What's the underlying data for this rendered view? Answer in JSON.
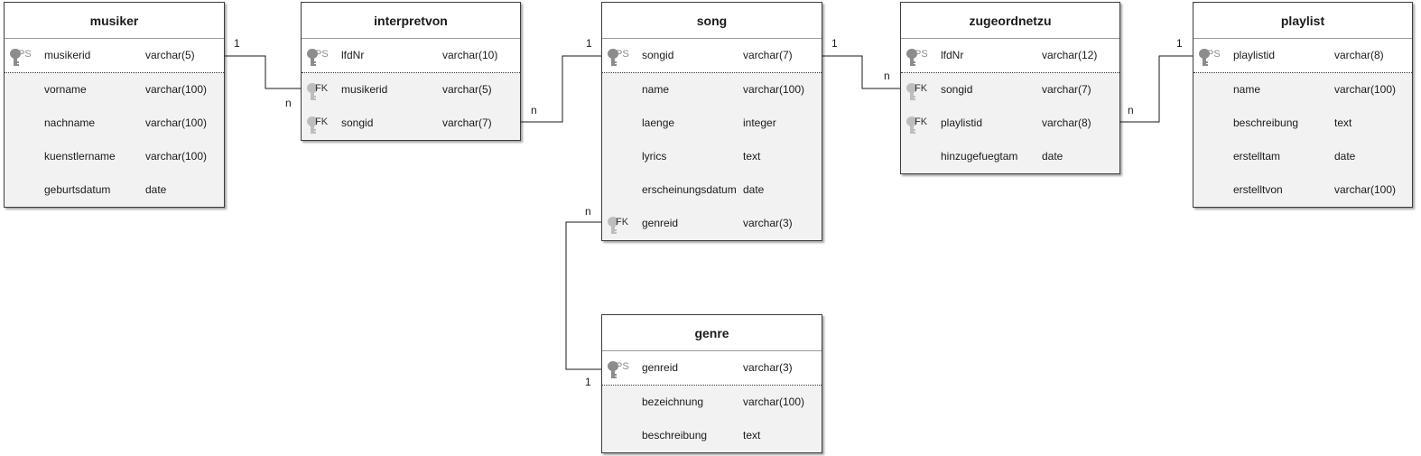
{
  "colors": {
    "pk_icon": "#8c8c8c",
    "fk_icon": "#bdbdbd",
    "line": "#1a1a1a",
    "body_bg": "#f2f2f2"
  },
  "tables": [
    {
      "id": "musiker",
      "name": "musiker",
      "pk": [
        {
          "key": "PS",
          "name": "musikerid",
          "type": "varchar(5)"
        }
      ],
      "rows": [
        {
          "key": "",
          "name": "vorname",
          "type": "varchar(100)"
        },
        {
          "key": "",
          "name": "nachname",
          "type": "varchar(100)"
        },
        {
          "key": "",
          "name": "kuenstlername",
          "type": "varchar(100)"
        },
        {
          "key": "",
          "name": "geburtsdatum",
          "type": "date"
        }
      ]
    },
    {
      "id": "interpretvon",
      "name": "interpretvon",
      "pk": [
        {
          "key": "PS",
          "name": "lfdNr",
          "type": "varchar(10)"
        }
      ],
      "rows": [
        {
          "key": "FK",
          "name": "musikerid",
          "type": "varchar(5)"
        },
        {
          "key": "FK",
          "name": "songid",
          "type": "varchar(7)"
        }
      ]
    },
    {
      "id": "song",
      "name": "song",
      "pk": [
        {
          "key": "PS",
          "name": "songid",
          "type": "varchar(7)"
        }
      ],
      "rows": [
        {
          "key": "",
          "name": "name",
          "type": "varchar(100)"
        },
        {
          "key": "",
          "name": "laenge",
          "type": "integer"
        },
        {
          "key": "",
          "name": "lyrics",
          "type": "text"
        },
        {
          "key": "",
          "name": "erscheinungsdatum",
          "type": "date"
        },
        {
          "key": "FK",
          "name": "genreid",
          "type": "varchar(3)"
        }
      ]
    },
    {
      "id": "zugeordnetzu",
      "name": "zugeordnetzu",
      "pk": [
        {
          "key": "PS",
          "name": "lfdNr",
          "type": "varchar(12)"
        }
      ],
      "rows": [
        {
          "key": "FK",
          "name": "songid",
          "type": "varchar(7)"
        },
        {
          "key": "FK",
          "name": "playlistid",
          "type": "varchar(8)"
        },
        {
          "key": "",
          "name": "hinzugefuegtam",
          "type": "date"
        }
      ]
    },
    {
      "id": "playlist",
      "name": "playlist",
      "pk": [
        {
          "key": "PS",
          "name": "playlistid",
          "type": "varchar(8)"
        }
      ],
      "rows": [
        {
          "key": "",
          "name": "name",
          "type": "varchar(100)"
        },
        {
          "key": "",
          "name": "beschreibung",
          "type": "text"
        },
        {
          "key": "",
          "name": "erstelltam",
          "type": "date"
        },
        {
          "key": "",
          "name": "erstelltvon",
          "type": "varchar(100)"
        }
      ]
    },
    {
      "id": "genre",
      "name": "genre",
      "pk": [
        {
          "key": "PS",
          "name": "genreid",
          "type": "varchar(3)"
        }
      ],
      "rows": [
        {
          "key": "",
          "name": "bezeichnung",
          "type": "varchar(100)"
        },
        {
          "key": "",
          "name": "beschreibung",
          "type": "text"
        }
      ]
    }
  ],
  "relationships": [
    {
      "id": "musiker-interpretvon",
      "from_table": "musiker",
      "from_field": "musikerid",
      "from_card": "1",
      "to_table": "interpretvon",
      "to_field": "musikerid",
      "to_card": "n"
    },
    {
      "id": "song-interpretvon",
      "from_table": "song",
      "from_field": "songid",
      "from_card": "1",
      "to_table": "interpretvon",
      "to_field": "songid",
      "to_card": "n"
    },
    {
      "id": "song-zugeordnetzu",
      "from_table": "song",
      "from_field": "songid",
      "from_card": "1",
      "to_table": "zugeordnetzu",
      "to_field": "songid",
      "to_card": "n"
    },
    {
      "id": "playlist-zugeordnetzu",
      "from_table": "playlist",
      "from_field": "playlistid",
      "from_card": "1",
      "to_table": "zugeordnetzu",
      "to_field": "playlistid",
      "to_card": "n"
    },
    {
      "id": "genre-song",
      "from_table": "genre",
      "from_field": "genreid",
      "from_card": "1",
      "to_table": "song",
      "to_field": "genreid",
      "to_card": "n"
    }
  ]
}
